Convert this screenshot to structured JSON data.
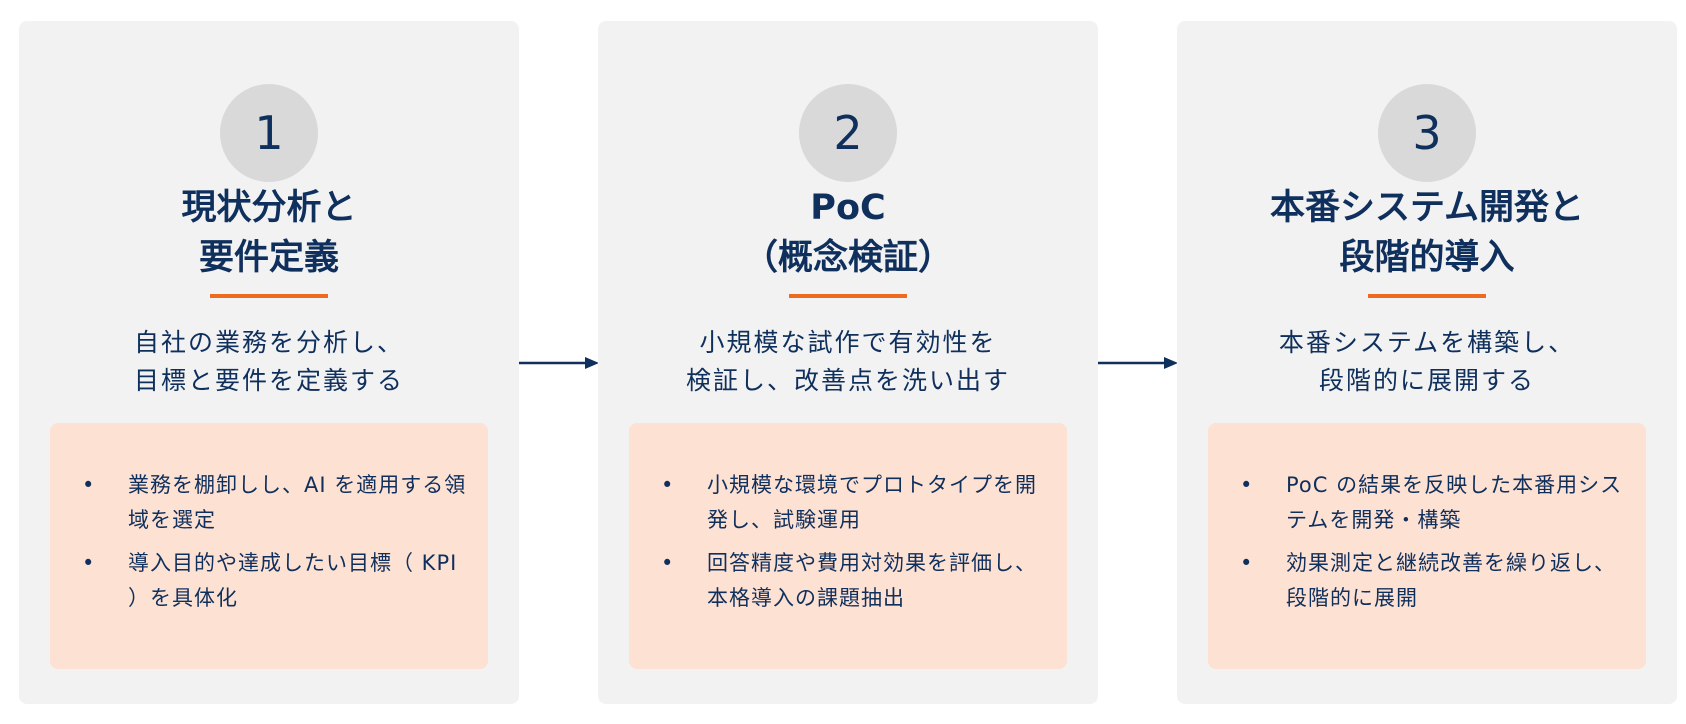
{
  "steps": [
    {
      "number": "1",
      "title": [
        "現状分析と",
        "要件定義"
      ],
      "description": [
        "自社の業務を分析し、",
        "目標と要件を定義する"
      ],
      "bullets": [
        "業務を棚卸しし、AI を適用する領域を選定",
        "導入目的や達成したい目標（ KPI ）を具体化"
      ]
    },
    {
      "number": "2",
      "title": [
        "PoC",
        "（概念検証）"
      ],
      "description": [
        "小規模な試作で有効性を",
        "検証し、改善点を洗い出す"
      ],
      "bullets": [
        "小規模な環境でプロトタイプを開発し、試験運用",
        "回答精度や費用対効果を評価し、本格導入の課題抽出"
      ]
    },
    {
      "number": "3",
      "title": [
        "本番システム開発と",
        "段階的導入"
      ],
      "description": [
        "本番システムを構築し、",
        "段階的に展開する"
      ],
      "bullets": [
        "PoC の結果を反映した本番用システムを開発・構築",
        "効果測定と継続改善を繰り返し、段階的に展開"
      ]
    }
  ],
  "colors": {
    "navy": "#0f2f5c",
    "accent": "#ee6a1f",
    "card": "#f2f2f2",
    "box": "#fde1d3"
  }
}
